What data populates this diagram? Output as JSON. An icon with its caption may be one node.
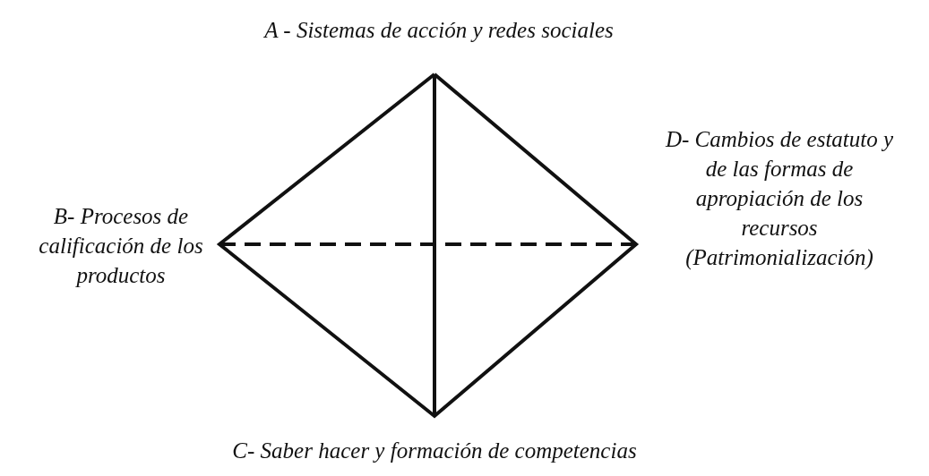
{
  "diagram": {
    "labels": [
      "A - Sistemas de acción y redes sociales",
      "B- Procesos de calificación de los productos",
      "D- Cambios de estatuto y de las formas de apropiación de los recursos (Patrimonialización)",
      "C- Saber hacer y formación de competencias"
    ]
  }
}
